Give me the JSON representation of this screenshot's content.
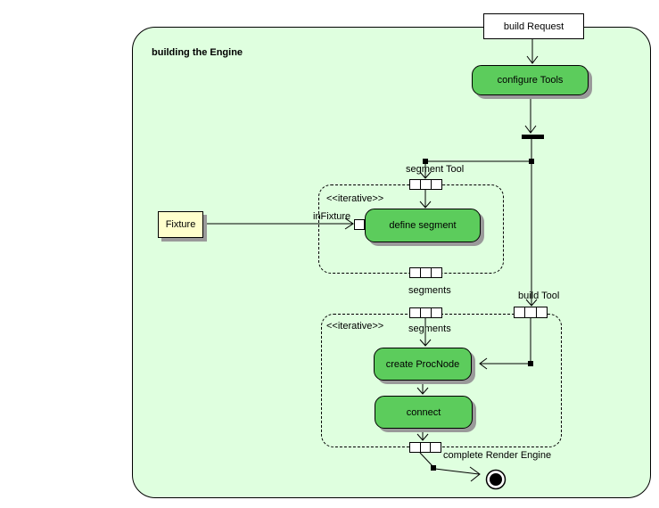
{
  "frame": {
    "title": "building the Engine"
  },
  "nodes": {
    "build_request": "build Request",
    "configure_tools": "configure Tools",
    "fixture": "Fixture",
    "define_segment": "define segment",
    "create_procnode": "create ProcNode",
    "connect": "connect"
  },
  "regions": {
    "iterative1": "<<iterative>>",
    "iterative2": "<<iterative>>"
  },
  "labels": {
    "segment_tool": "segment Tool",
    "in_fixture": "inFixture",
    "segments_out": "segments",
    "segments_in": "segments",
    "build_tool": "build Tool",
    "complete_render_engine": "complete Render Engine"
  },
  "colors": {
    "frame_fill": "#dfffdf",
    "action_fill": "#5ccc5c",
    "note_fill": "#ffffcc",
    "shadow": "#9a9a9a",
    "line": "#000000"
  }
}
